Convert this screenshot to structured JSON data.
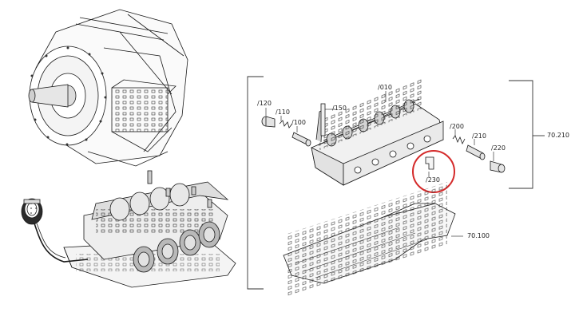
{
  "labels": {
    "p010": "/010",
    "p120": "/120",
    "p110": "/110",
    "p100": "/100",
    "p150": "/150",
    "p200": "/200",
    "p210": "/210",
    "p220": "/220",
    "p230": "/230",
    "g70210": "70.210",
    "g70100": "70.100"
  },
  "highlight": {
    "color": "#d42a2a",
    "target": "/230"
  },
  "colors": {
    "line": "#1a1a1a",
    "fill_light": "#f2f2f2",
    "fill_dark": "#bdbdbd"
  }
}
